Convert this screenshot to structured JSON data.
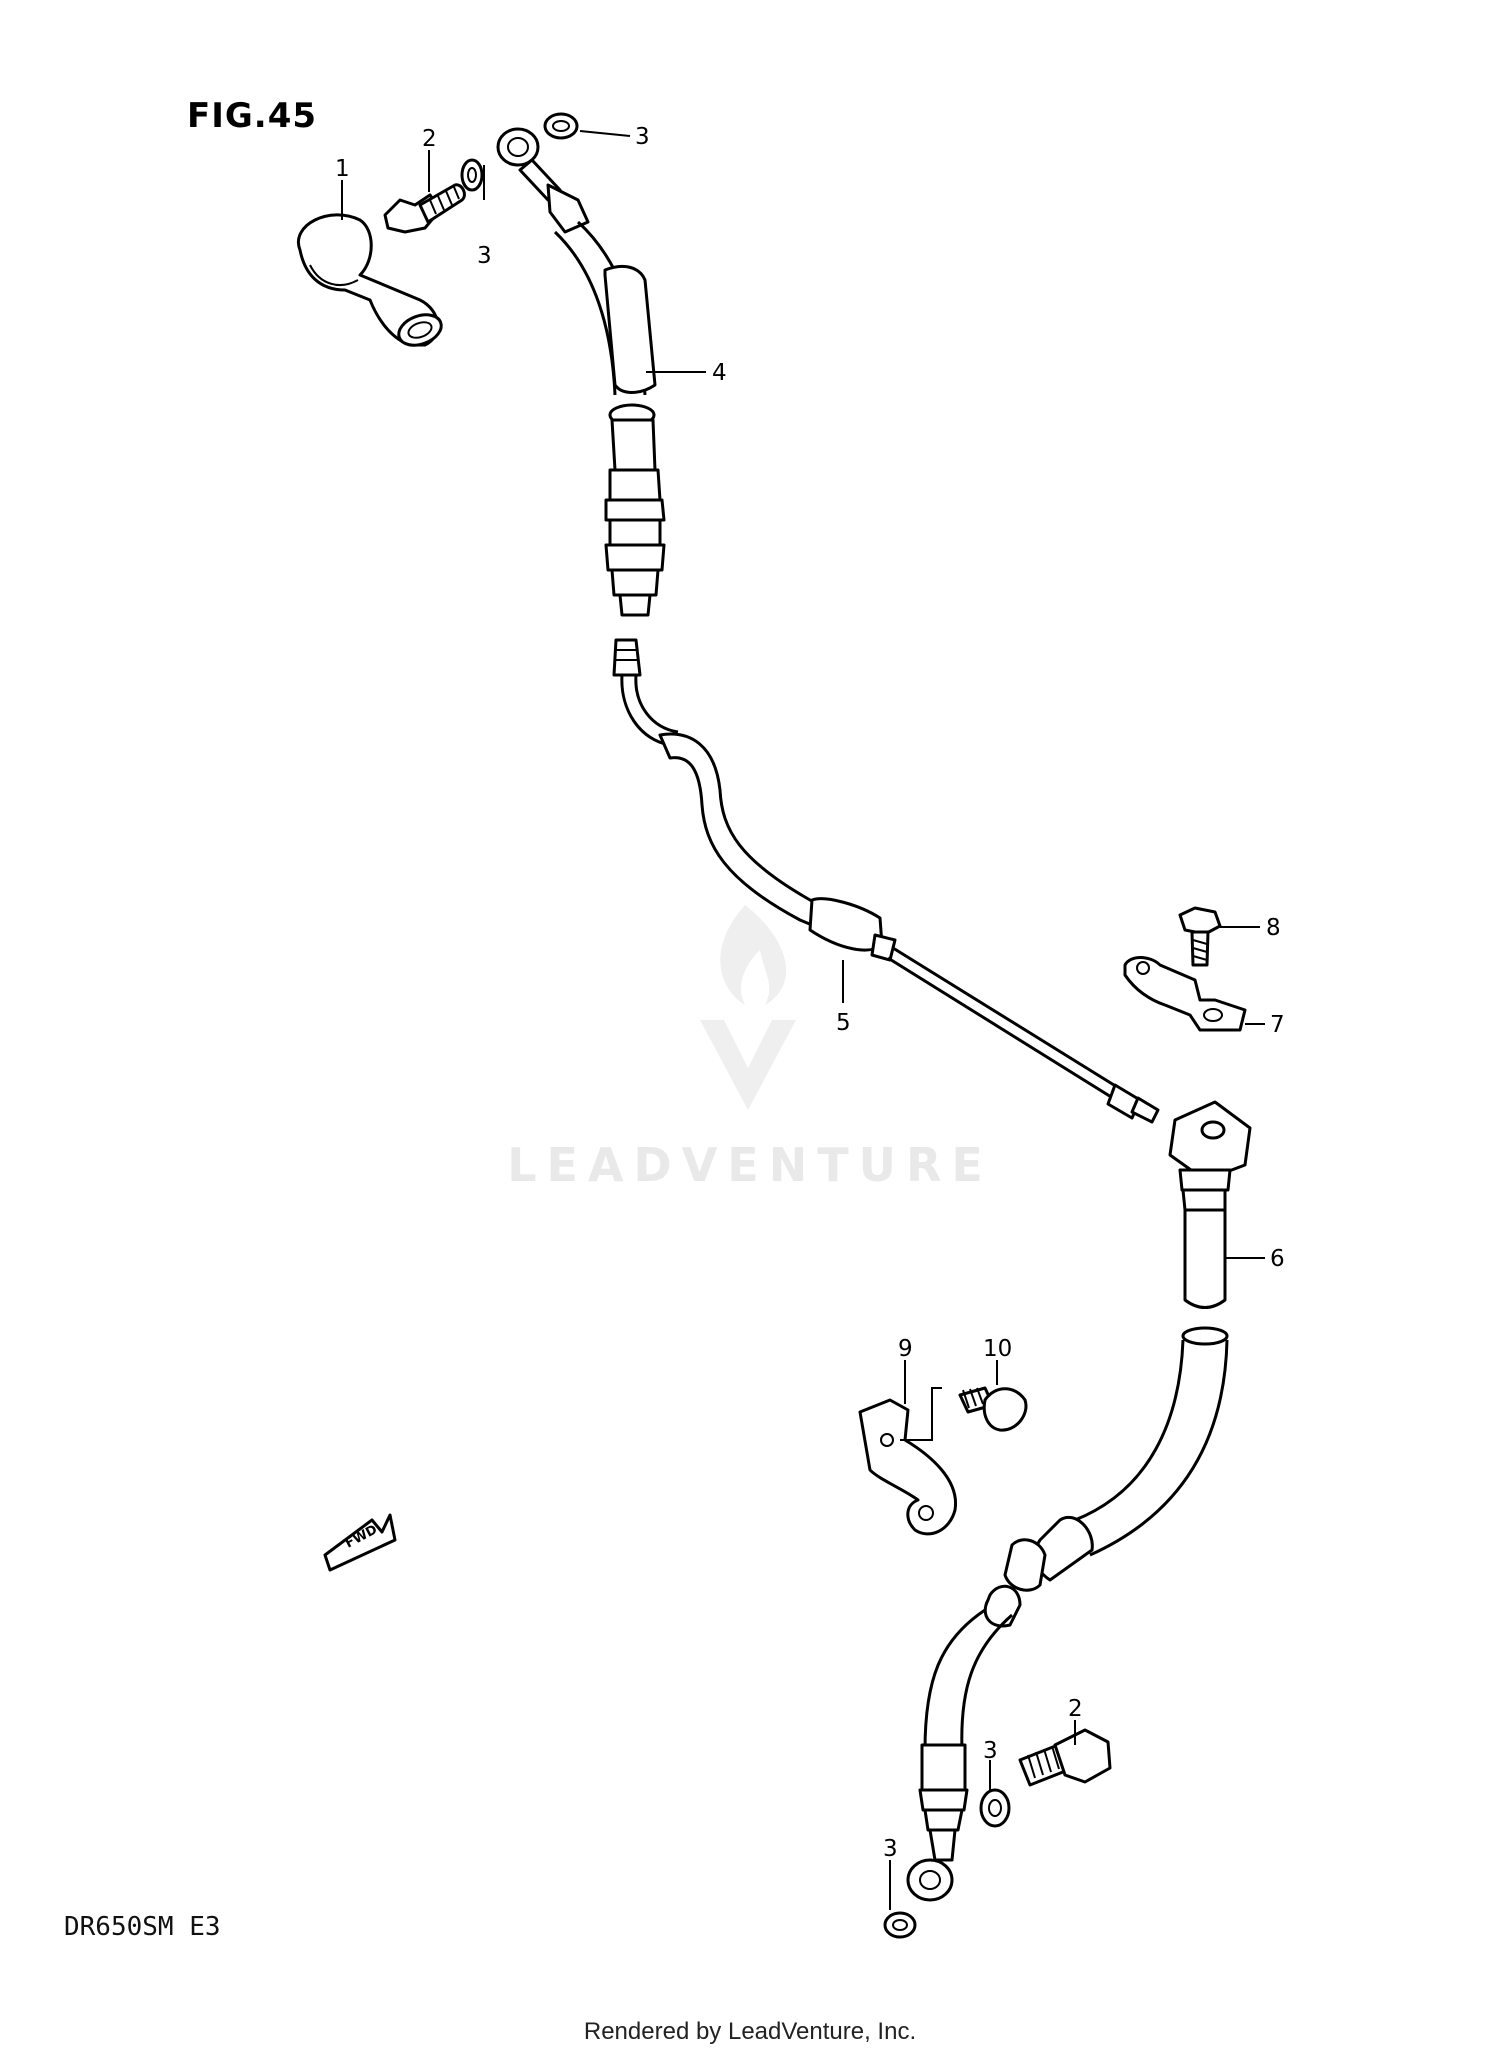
{
  "figure_label": "FIG.45",
  "model_code": "DR650SM  E3",
  "watermark_text": "LEADVENTURE",
  "footer_text": "Rendered by LeadVenture, Inc.",
  "callouts": {
    "c1": "1",
    "c2_top": "2",
    "c3_top_left": "3",
    "c3_top_right": "3",
    "c4": "4",
    "c5": "5",
    "c6": "6",
    "c7": "7",
    "c8": "8",
    "c9": "9",
    "c10": "10",
    "c2_bottom": "2",
    "c3_bottom_left": "3",
    "c3_bottom_right": "3"
  },
  "fwd_arrow_label": "FWD",
  "colors": {
    "ink": "#000000",
    "watermark": "#e9e9e9",
    "background": "#ffffff"
  }
}
